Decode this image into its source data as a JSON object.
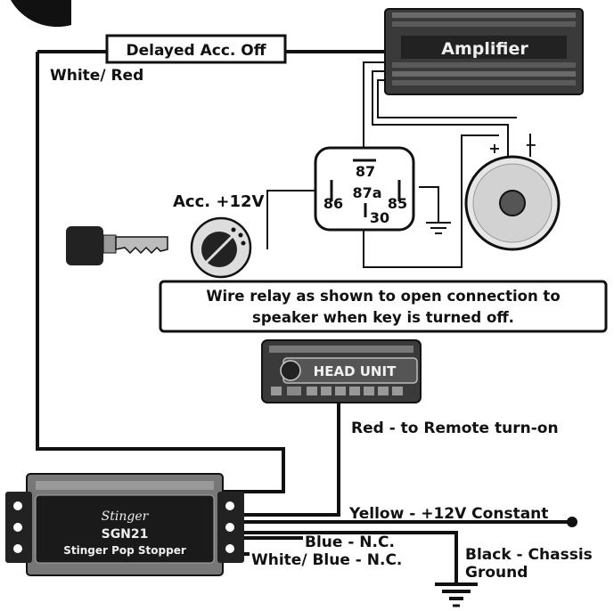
{
  "labels": {
    "delayed_acc_off": "Delayed Acc. Off",
    "white_red": "White/ Red",
    "amplifier": "Amplifier",
    "acc_12v": "Acc. +12V",
    "relay_87": "87",
    "relay_87a": "87a",
    "relay_86": "86",
    "relay_85": "85",
    "relay_30": "30",
    "speaker_plus": "+",
    "speaker_minus": "−",
    "note_line1": "Wire relay as shown to open connection to",
    "note_line2": "speaker when key is turned off.",
    "head_unit": "HEAD UNIT",
    "red_remote": "Red - to Remote turn-on",
    "yellow_constant": "Yellow - +12V Constant",
    "blue_nc": "Blue - N.C.",
    "white_blue_nc": "White/ Blue - N.C.",
    "black_chassis_1": "Black - Chassis",
    "black_chassis_2": "Ground",
    "brand": "Stinger",
    "model": "SGN21",
    "product": "Stinger Pop Stopper"
  },
  "icons": [
    "key-icon",
    "ignition-switch-icon",
    "speaker-icon",
    "ground-icon",
    "relay-icon",
    "amplifier-icon",
    "head-unit-icon",
    "pop-stopper-module-icon"
  ]
}
